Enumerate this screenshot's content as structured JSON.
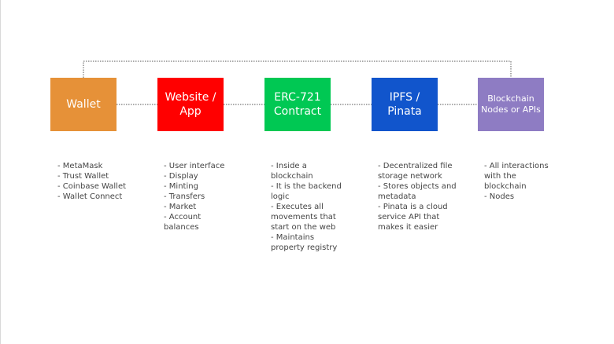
{
  "nodes": [
    {
      "label": "Wallet",
      "color": "#e69138"
    },
    {
      "label": "Website / App",
      "color": "#ff0000"
    },
    {
      "label": "ERC-721 Contract",
      "color": "#00c853"
    },
    {
      "label": "IPFS / Pinata",
      "color": "#1155cc"
    },
    {
      "label": "Blockchain Nodes or APIs",
      "color": "#8e7cc3"
    }
  ],
  "descriptions": [
    [
      "- MetaMask",
      "- Trust Wallet",
      "- Coinbase Wallet",
      "- Wallet Connect"
    ],
    [
      "- User interface",
      "- Display",
      "- Minting",
      "- Transfers",
      "- Market",
      "- Account balances"
    ],
    [
      "- Inside a blockchain",
      "- It is the backend logic",
      "- Executes all movements that start on the web",
      "- Maintains property registry"
    ],
    [
      "- Decentralized file storage network",
      "- Stores objects and metadata",
      "- Pinata is a cloud service API that makes it easier"
    ],
    [
      "- All interactions with the blockchain",
      "- Nodes"
    ]
  ],
  "connector_color": "#555555"
}
